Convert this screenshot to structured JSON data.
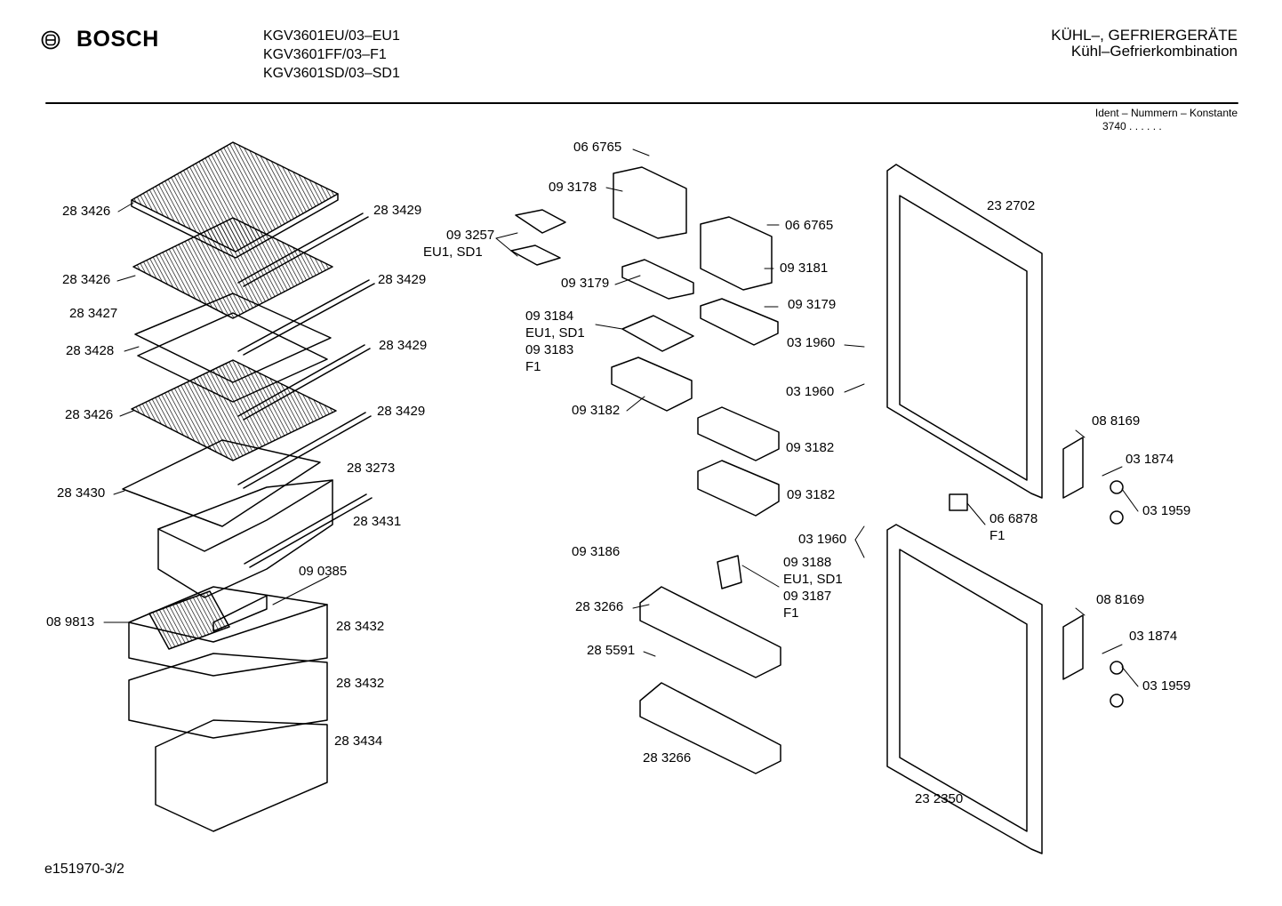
{
  "header": {
    "brand": "BOSCH",
    "models": [
      "KGV3601EU/03–EU1",
      "KGV3601FF/03–F1",
      "KGV3601SD/03–SD1"
    ],
    "category": "KÜHL–, GEFRIERGERÄTE",
    "subcategory": "Kühl–Gefrierkombination",
    "ident_label": "Ident – Nummern – Konstante",
    "ident_value": "3740 . . . . . ."
  },
  "footer": {
    "doc_id": "e151970-3/2"
  },
  "parts": {
    "p283426a": "28 3426",
    "p283429a": "28 3429",
    "p283426b": "28 3426",
    "p283429b": "28 3429",
    "p283427": "28 3427",
    "p283428": "28 3428",
    "p283429c": "28 3429",
    "p283426c": "28 3426",
    "p283429d": "28 3429",
    "p283273": "28 3273",
    "p283430": "28 3430",
    "p283431": "28 3431",
    "p090385": "09 0385",
    "p089813": "08 9813",
    "p283432a": "28 3432",
    "p283432b": "28 3432",
    "p283434": "28 3434",
    "p066765a": "06 6765",
    "p093178": "09 3178",
    "p093257": "09 3257",
    "p093257v": "EU1, SD1",
    "p066765b": "06 6765",
    "p093181": "09 3181",
    "p093179a": "09 3179",
    "p093179b": "09 3179",
    "p093184": "09 3184",
    "p093184v": "EU1, SD1",
    "p093183": "09 3183",
    "p093183v": "F1",
    "p093182a": "09 3182",
    "p093182b": "09 3182",
    "p093182c": "09 3182",
    "p031960a": "03 1960",
    "p031960b": "03 1960",
    "p031960c": "03 1960",
    "p232702": "23 2702",
    "p088169a": "08 8169",
    "p031874a": "03 1874",
    "p031959a": "03 1959",
    "p066878": "06 6878",
    "p066878v": "F1",
    "p093186": "09 3186",
    "p093188": "09 3188",
    "p093188v": "EU1, SD1",
    "p093187": "09 3187",
    "p093187v": "F1",
    "p283266a": "28 3266",
    "p285591": "28 5591",
    "p283266b": "28 3266",
    "p088169b": "08 8169",
    "p031874b": "03 1874",
    "p031959b": "03 1959",
    "p232350": "23 2350"
  }
}
